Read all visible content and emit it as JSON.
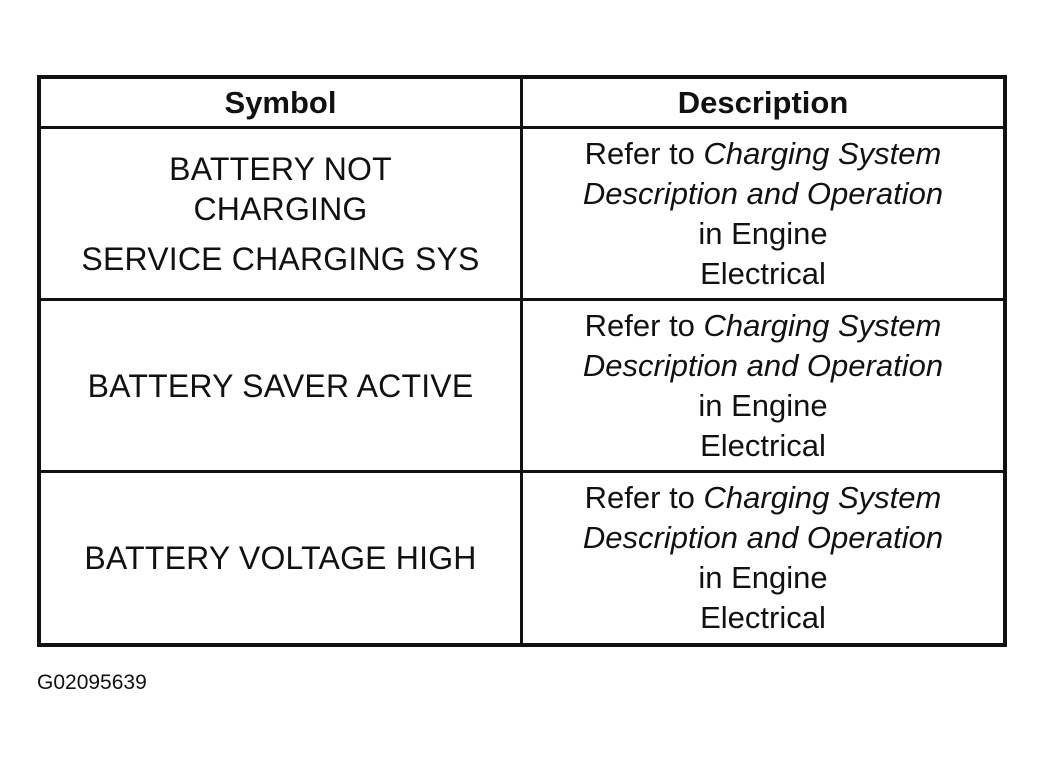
{
  "table": {
    "headers": {
      "symbol": "Symbol",
      "description": "Description"
    },
    "rows": [
      {
        "symbol_lines": [
          "BATTERY NOT",
          "CHARGING",
          "SERVICE CHARGING SYS"
        ],
        "desc_prefix": "Refer to ",
        "desc_title_line1": "Charging System",
        "desc_title_line2": "Description and Operation",
        "desc_line3": "in Engine",
        "desc_line4": "Electrical"
      },
      {
        "symbol_lines": [
          "BATTERY SAVER ACTIVE"
        ],
        "desc_prefix": "Refer to ",
        "desc_title_line1": "Charging System",
        "desc_title_line2": "Description and Operation",
        "desc_line3": "in Engine",
        "desc_line4": "Electrical"
      },
      {
        "symbol_lines": [
          "BATTERY VOLTAGE HIGH"
        ],
        "desc_prefix": "Refer to ",
        "desc_title_line1": "Charging System",
        "desc_title_line2": "Description and Operation",
        "desc_line3": "in Engine",
        "desc_line4": "Electrical"
      }
    ]
  },
  "figure_id": "G02095639"
}
